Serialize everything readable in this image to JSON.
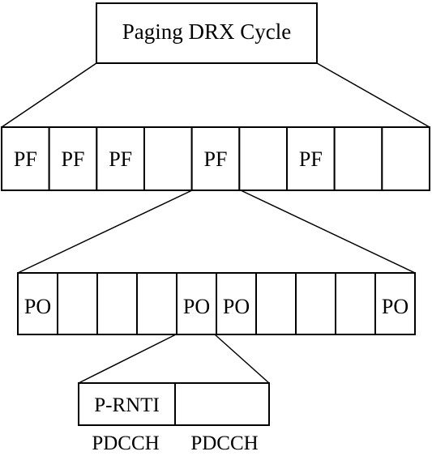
{
  "top_box": {
    "label": "Paging DRX Cycle"
  },
  "frames_row": {
    "cells": [
      "PF",
      "PF",
      "PF",
      "",
      "PF",
      "",
      "PF",
      "",
      ""
    ]
  },
  "occasions_row": {
    "cells": [
      "PO",
      "",
      "",
      "",
      "PO",
      "PO",
      "",
      "",
      "",
      "PO"
    ]
  },
  "pdcch_row": {
    "cells": [
      "P-RNTI",
      ""
    ],
    "captions": [
      "PDCCH",
      "PDCCH"
    ]
  },
  "colors": {
    "stroke": "#000000",
    "fill": "#ffffff",
    "text": "#000000"
  }
}
